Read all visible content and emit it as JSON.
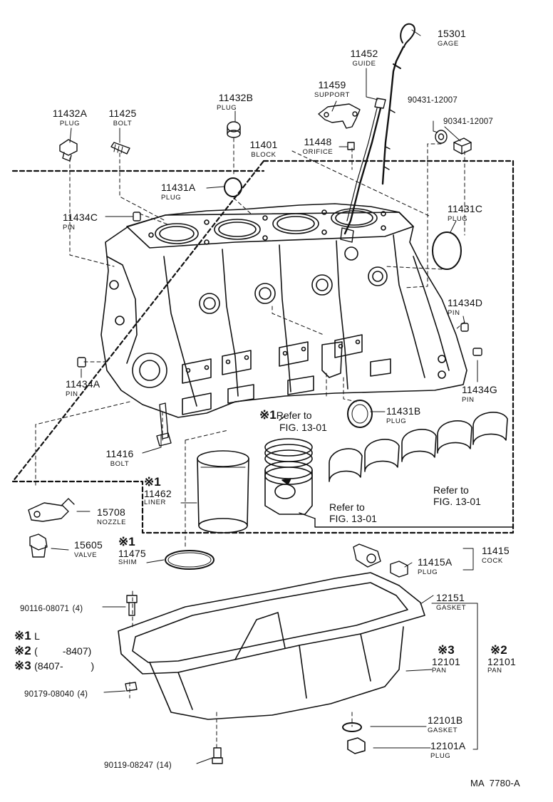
{
  "parts": {
    "p15301": {
      "num": "15301",
      "name": "GAGE"
    },
    "p11452": {
      "num": "11452",
      "name": "GUIDE"
    },
    "p11459": {
      "num": "11459",
      "name": "SUPPORT"
    },
    "p90431": {
      "num": "90431-12007"
    },
    "p90341": {
      "num": "90341-12007"
    },
    "p11432A": {
      "num": "11432A",
      "name": "PLUG"
    },
    "p11425": {
      "num": "11425",
      "name": "BOLT"
    },
    "p11432B": {
      "num": "11432B",
      "name": "PLUG"
    },
    "p11448": {
      "num": "11448",
      "name": "ORIFICE"
    },
    "p11401": {
      "num": "11401",
      "name": "BLOCK"
    },
    "p11431A": {
      "num": "11431A",
      "name": "PLUG"
    },
    "p11434C": {
      "num": "11434C",
      "name": "PIN"
    },
    "p11431C": {
      "num": "11431C",
      "name": "PLUG"
    },
    "p11434D": {
      "num": "11434D",
      "name": "PIN"
    },
    "p11434G": {
      "num": "11434G",
      "name": "PIN"
    },
    "p11434A": {
      "num": "11434A",
      "name": "PIN"
    },
    "p11431B": {
      "num": "11431B",
      "name": "PLUG"
    },
    "p11416": {
      "num": "11416",
      "name": "BOLT"
    },
    "p11462": {
      "num": "11462",
      "name": "LINER"
    },
    "p15708": {
      "num": "15708",
      "name": "NOZZLE"
    },
    "p15605": {
      "num": "15605",
      "name": "VALVE"
    },
    "p11475": {
      "num": "11475",
      "name": "SHIM"
    },
    "p11415A": {
      "num": "11415A",
      "name": "PLUG"
    },
    "p11415": {
      "num": "11415",
      "name": "COCK"
    },
    "p12151": {
      "num": "12151",
      "name": "GASKET"
    },
    "p12101": {
      "num": "12101",
      "name": "PAN"
    },
    "p12101x2": {
      "num": "12101",
      "name": "PAN"
    },
    "p12101B": {
      "num": "12101B",
      "name": "GASKET"
    },
    "p12101A": {
      "num": "12101A",
      "name": "PLUG"
    },
    "p90116": {
      "num": "90116-08071",
      "qty": "(4)"
    },
    "p90179": {
      "num": "90179-08040",
      "qty": "(4)"
    },
    "p90119": {
      "num": "90119-08247",
      "qty": "(14)"
    }
  },
  "marks": {
    "m1": "※1",
    "m2": "※2",
    "m3": "※3"
  },
  "refs": {
    "piston_l1": "Refer to",
    "piston_l2": "FIG. 13-01",
    "piston2_l1": "Refer to",
    "piston2_l2": "FIG. 13-01",
    "bearing_l1": "Refer to",
    "bearing_l2": "FIG. 13-01"
  },
  "legend": {
    "l1_text": "L",
    "l2_text": "(         -8407)",
    "l3_text": "(8407-          )"
  },
  "figure_code": "MA  7780-A"
}
